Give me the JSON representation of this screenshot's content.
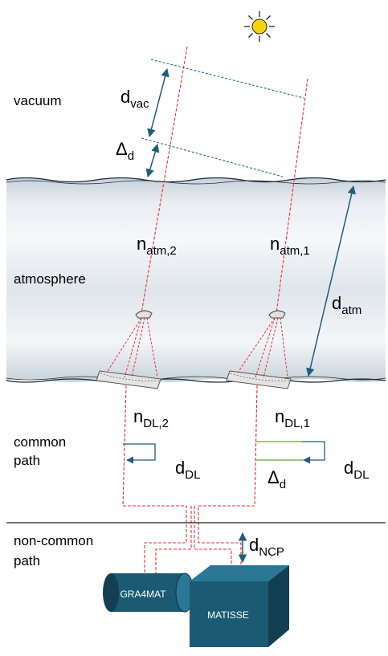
{
  "regions": {
    "vacuum": "vacuum",
    "atmosphere": "atmosphere",
    "common_path_line1": "common",
    "common_path_line2": "path",
    "non_common_path_line1": "non-common",
    "non_common_path_line2": "path"
  },
  "symbols": {
    "d_vac": {
      "base": "d",
      "sub": "vac"
    },
    "delta_d_top": {
      "base": "Δ",
      "sub": "d"
    },
    "n_atm_2": {
      "base": "n",
      "sub": "atm,2"
    },
    "n_atm_1": {
      "base": "n",
      "sub": "atm,1"
    },
    "d_atm": {
      "base": "d",
      "sub": "atm"
    },
    "n_dl_2": {
      "base": "n",
      "sub": "DL,2"
    },
    "n_dl_1": {
      "base": "n",
      "sub": "DL,1"
    },
    "d_dl_left": {
      "base": "d",
      "sub": "DL"
    },
    "delta_d_bottom": {
      "base": "Δ",
      "sub": "d"
    },
    "d_dl_right": {
      "base": "d",
      "sub": "DL"
    },
    "d_ncp": {
      "base": "d",
      "sub": "NCP"
    }
  },
  "instruments": {
    "gra4mat": "GRA4MAT",
    "matisse": "MATISSE"
  },
  "colors": {
    "beam": "#e8303a",
    "arrow": "#1f5d78",
    "delay_green": "#66aa33",
    "instrument": "#1b5a73",
    "instrument_dark": "#123f52",
    "sun": "#f5d50a"
  },
  "icons": {
    "sun": "sun-icon",
    "telescope_left": "telescope-icon",
    "telescope_right": "telescope-icon"
  }
}
